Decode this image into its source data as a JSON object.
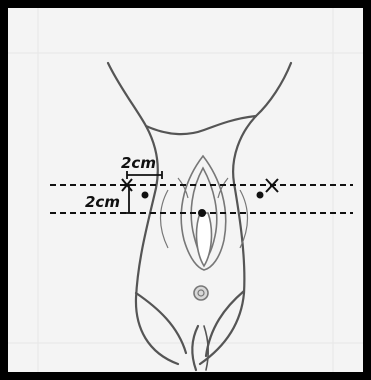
{
  "diagram": {
    "upper_distance_label": "2cm",
    "lower_distance_label": "2cm",
    "colors": {
      "frame": "#000000",
      "background": "#f4f4f4",
      "outline": "#555555",
      "dashed_line": "#111111",
      "marker": "#111111"
    },
    "markers": [
      "left-x-marker",
      "right-x-marker",
      "left-dot",
      "center-dot",
      "right-dot"
    ]
  }
}
